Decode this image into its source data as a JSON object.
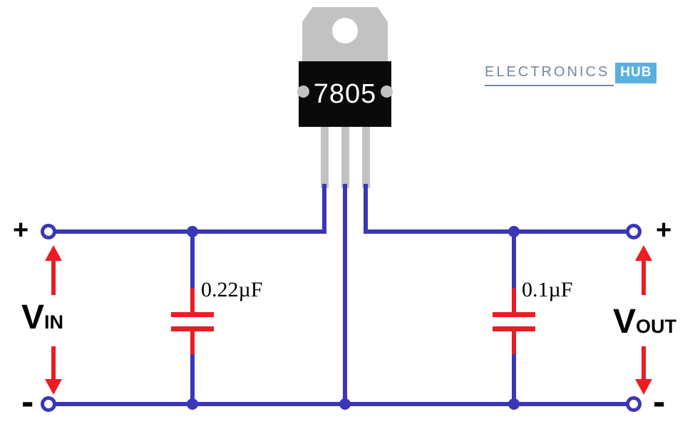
{
  "ic": {
    "label": "7805"
  },
  "logo": {
    "brand": "ELECTRONICS",
    "suffix": "HUB"
  },
  "input": {
    "plus": "+",
    "minus": "-",
    "v": "V",
    "sub": "IN"
  },
  "output": {
    "plus": "+",
    "minus": "-",
    "v": "V",
    "sub": "OUT"
  },
  "capacitors": [
    {
      "value": "0.22µF"
    },
    {
      "value": "0.1µF"
    }
  ],
  "colors": {
    "wire": "#3936b8",
    "accent_red": "#ec1c24",
    "ic_body": "#0a0a0a",
    "ic_tab": "#c2c2c2",
    "logo_text": "#7189a4",
    "logo_box": "#5ab1e0"
  }
}
